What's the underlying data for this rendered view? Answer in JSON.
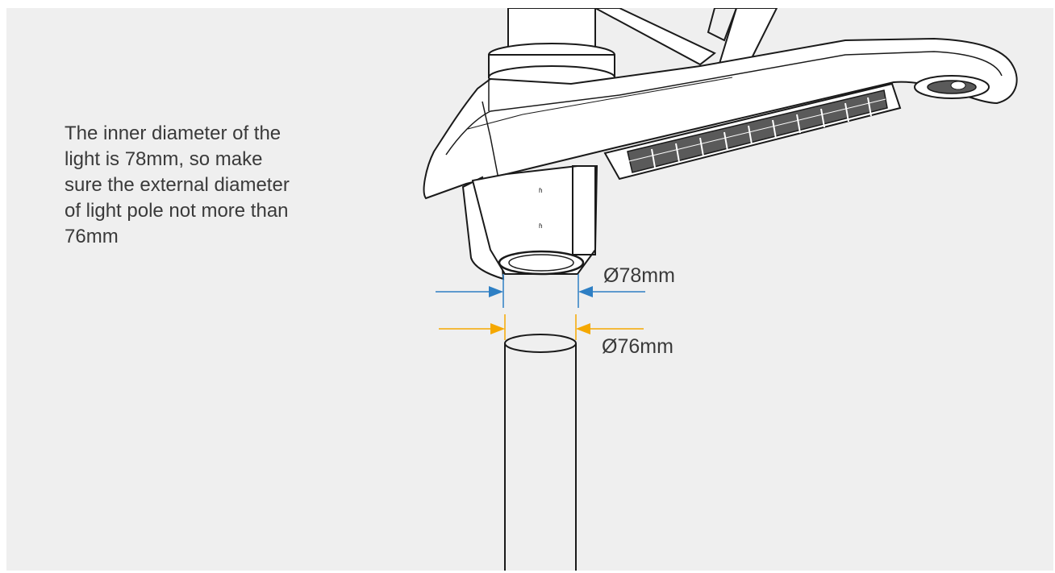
{
  "note": {
    "lines": [
      "The inner diameter of the",
      "light is 78mm, so make",
      "sure the external diameter",
      "of light pole not more than",
      "76mm"
    ]
  },
  "dimensions": {
    "light_inner": {
      "label": "Ø78mm",
      "color": "#2e7fc4"
    },
    "pole_outer": {
      "label": "Ø76mm",
      "color": "#f5a800"
    }
  },
  "colors": {
    "background": "#efefef",
    "line": "#1a1a1a",
    "text": "#3a3a3a"
  }
}
